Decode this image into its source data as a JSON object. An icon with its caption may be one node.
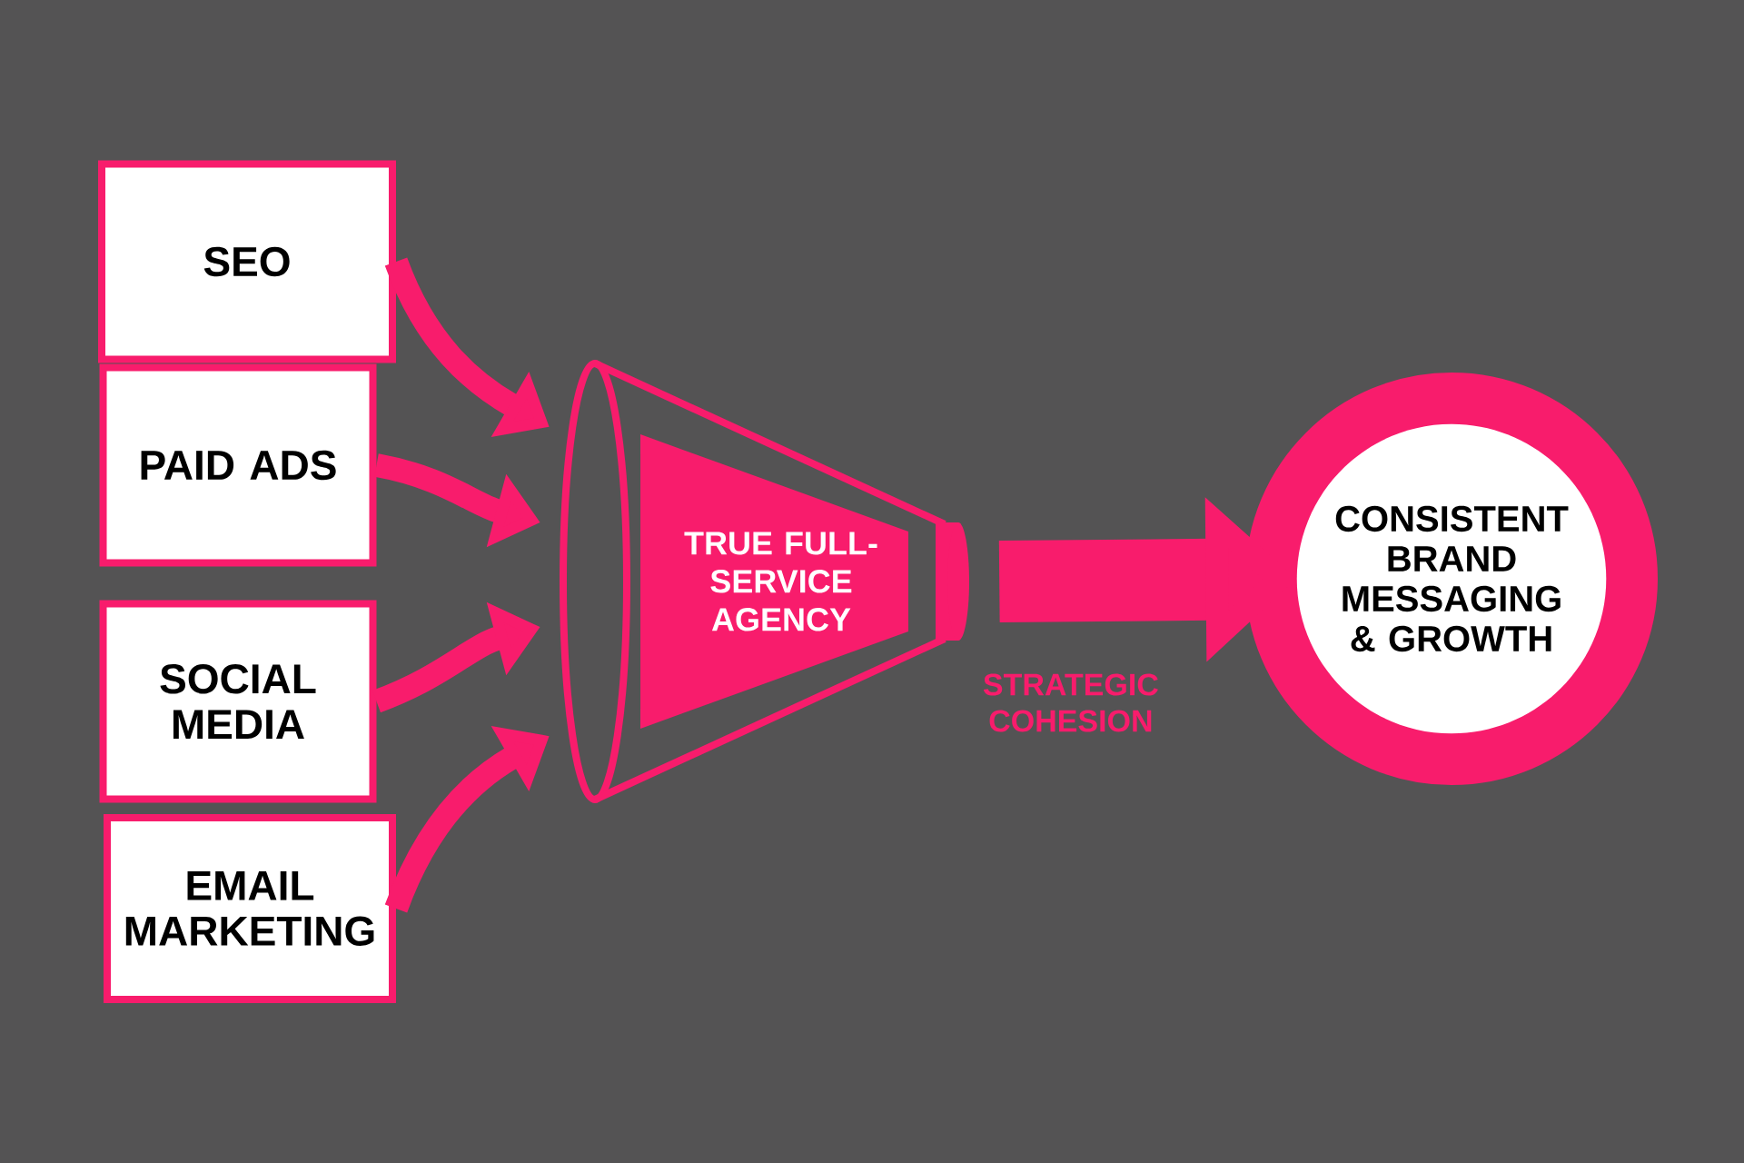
{
  "diagram": {
    "nodes": [
      {
        "text": [
          "SEO"
        ]
      },
      {
        "text": [
          "PAID ADS"
        ]
      },
      {
        "text": [
          "SOCIAL MEDIA"
        ]
      },
      {
        "text": [
          "EMAIL MARKETING"
        ]
      },
      {
        "text": [
          "TRUE FULL-SERVICE AGENCY"
        ]
      },
      {
        "text": [
          "CONSISTENT BRAND MESSAGING & GROWTH"
        ]
      }
    ],
    "edges": [
      {
        "from": 0,
        "to": 4,
        "arrow": "to"
      },
      {
        "from": 1,
        "to": 4,
        "arrow": "to"
      },
      {
        "from": 2,
        "to": 4,
        "arrow": "to"
      },
      {
        "from": 3,
        "to": 4,
        "arrow": "to"
      },
      {
        "from": 4,
        "to": 5,
        "label": "STRATEGIC COHESION",
        "arrow": "to",
        "style": "thick"
      }
    ]
  }
}
